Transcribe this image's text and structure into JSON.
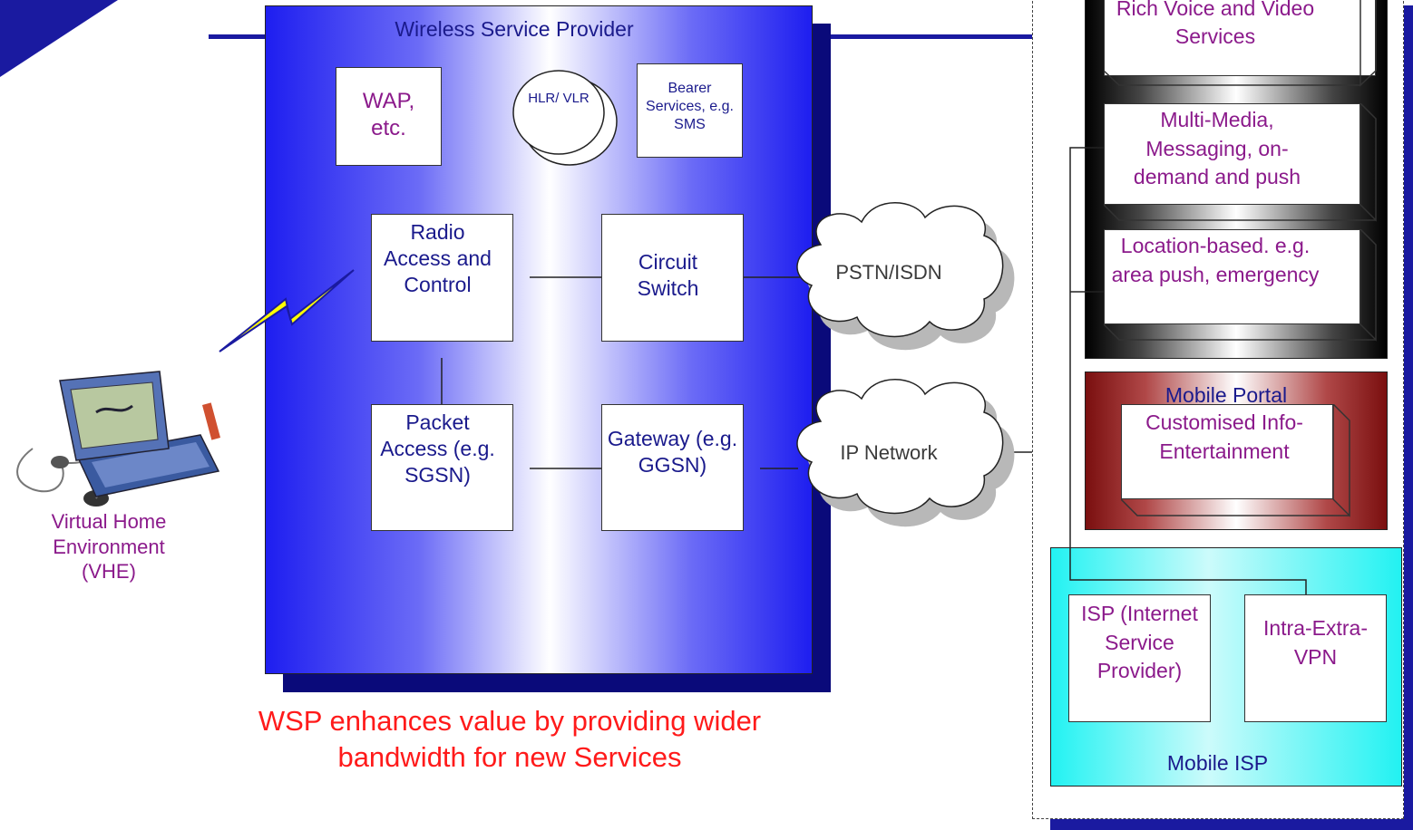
{
  "colors": {
    "navy": "#0a0a7a",
    "blue_fill": "#1e1ef0",
    "dark_red": "#7a0f0f",
    "cyan": "#22f2f2",
    "purple_text": "#8b1a8b",
    "caption_red": "#ff1a1a"
  },
  "wsp": {
    "title": "Wireless Service Provider",
    "wap": "WAP, etc.",
    "hlr": "HLR/ VLR",
    "bearer": "Bearer Services, e.g. SMS",
    "radio": "Radio Access and Control",
    "circuit": "Circuit Switch",
    "packet": "Packet Access (e.g. SGSN)",
    "gateway": "Gateway (e.g. GGSN)"
  },
  "clouds": {
    "pstn": "PSTN/ISDN",
    "ip": "IP Network"
  },
  "device": {
    "icon": "laptop-phone-icon",
    "label": "Virtual Home Environment (VHE)"
  },
  "caption": "WSP enhances value by providing wider bandwidth for new Services",
  "services": {
    "rich_voice": "Rich Voice and Video Services",
    "multimedia": "Multi-Media, Messaging, on-demand and push",
    "location": "Location-based. e.g. area push, emergency"
  },
  "portal": {
    "title": "Mobile Portal",
    "content": "Customised Info-Entertainment"
  },
  "isp": {
    "isp_box": "ISP (Internet Service Provider)",
    "vpn_box": "Intra-Extra-VPN",
    "title": "Mobile ISP"
  }
}
